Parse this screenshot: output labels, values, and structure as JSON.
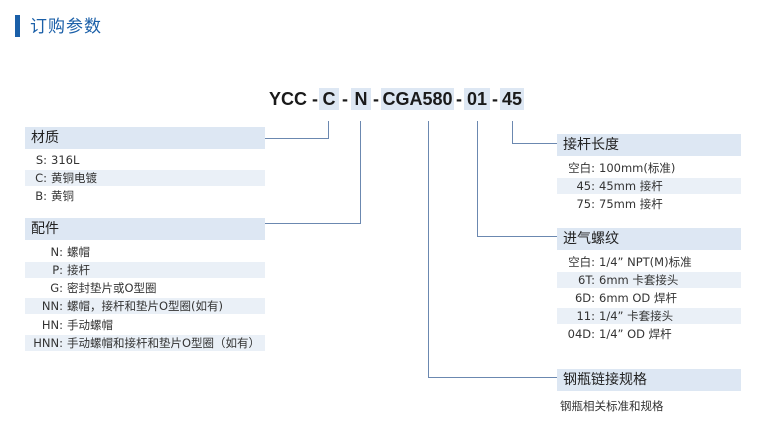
{
  "header": {
    "title": "订购参数"
  },
  "code": {
    "segments": [
      "YCC",
      "-",
      "C",
      "-",
      "N",
      "-",
      "CGA580",
      "-",
      "01",
      "-",
      "45"
    ]
  },
  "material": {
    "title": "材质",
    "rows": [
      {
        "key": "S:",
        "value": "316L"
      },
      {
        "key": "C:",
        "value": "黄铜电镀"
      },
      {
        "key": "B:",
        "value": "黄铜"
      }
    ]
  },
  "fitting": {
    "title": "配件",
    "rows": [
      {
        "key": "N:",
        "value": "螺帽"
      },
      {
        "key": "P:",
        "value": "接杆"
      },
      {
        "key": "G:",
        "value": "密封垫片或O型圈"
      },
      {
        "key": "NN:",
        "value": "螺帽，接杆和垫片O型圈(如有)"
      },
      {
        "key": "HN:",
        "value": "手动螺帽"
      },
      {
        "key": "HNN:",
        "value": "手动螺帽和接杆和垫片O型圈（如有）"
      }
    ]
  },
  "stem_length": {
    "title": "接杆长度",
    "rows": [
      {
        "key": "空白:",
        "value": "100mm(标准)"
      },
      {
        "key": "45:",
        "value": "45mm 接杆"
      },
      {
        "key": "75:",
        "value": "75mm 接杆"
      }
    ]
  },
  "inlet_thread": {
    "title": "进气螺纹",
    "rows": [
      {
        "key": "空白:",
        "value": "1/4” NPT(M)标准"
      },
      {
        "key": "6T:",
        "value": "6mm 卡套接头"
      },
      {
        "key": "6D:",
        "value": "6mm OD 焊杆"
      },
      {
        "key": "11:",
        "value": "1/4”  卡套接头"
      },
      {
        "key": "04D:",
        "value": "1/4” OD 焊杆"
      }
    ]
  },
  "cylinder": {
    "title": "钢瓶链接规格",
    "note": "钢瓶相关标准和规格"
  },
  "colors": {
    "accent": "#1a5fa8",
    "highlight": "#dde7f3",
    "connector": "#6b88b0"
  }
}
